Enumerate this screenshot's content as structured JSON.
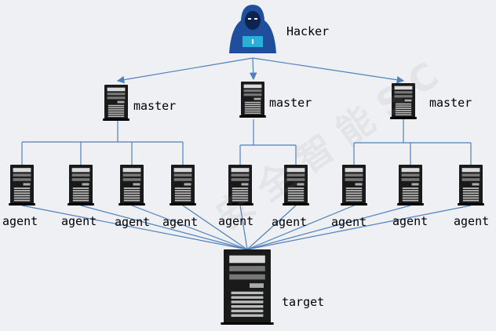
{
  "hacker": {
    "label": "Hacker"
  },
  "masters": [
    {
      "label": "master"
    },
    {
      "label": "master"
    },
    {
      "label": "master"
    }
  ],
  "agents": [
    {
      "label": "agent"
    },
    {
      "label": "agent"
    },
    {
      "label": "agent"
    },
    {
      "label": "agent"
    },
    {
      "label": "agent"
    },
    {
      "label": "agent"
    },
    {
      "label": "agent"
    },
    {
      "label": "agent"
    },
    {
      "label": "agent"
    }
  ],
  "target": {
    "label": "target"
  },
  "watermark": "安 全 智 能 S C",
  "colors": {
    "line": "#4f81bd",
    "hood": "#1f4e9c",
    "screen": "#2ab0d8",
    "server_dark": "#1a1a1a",
    "server_light": "#d9d9d9"
  }
}
